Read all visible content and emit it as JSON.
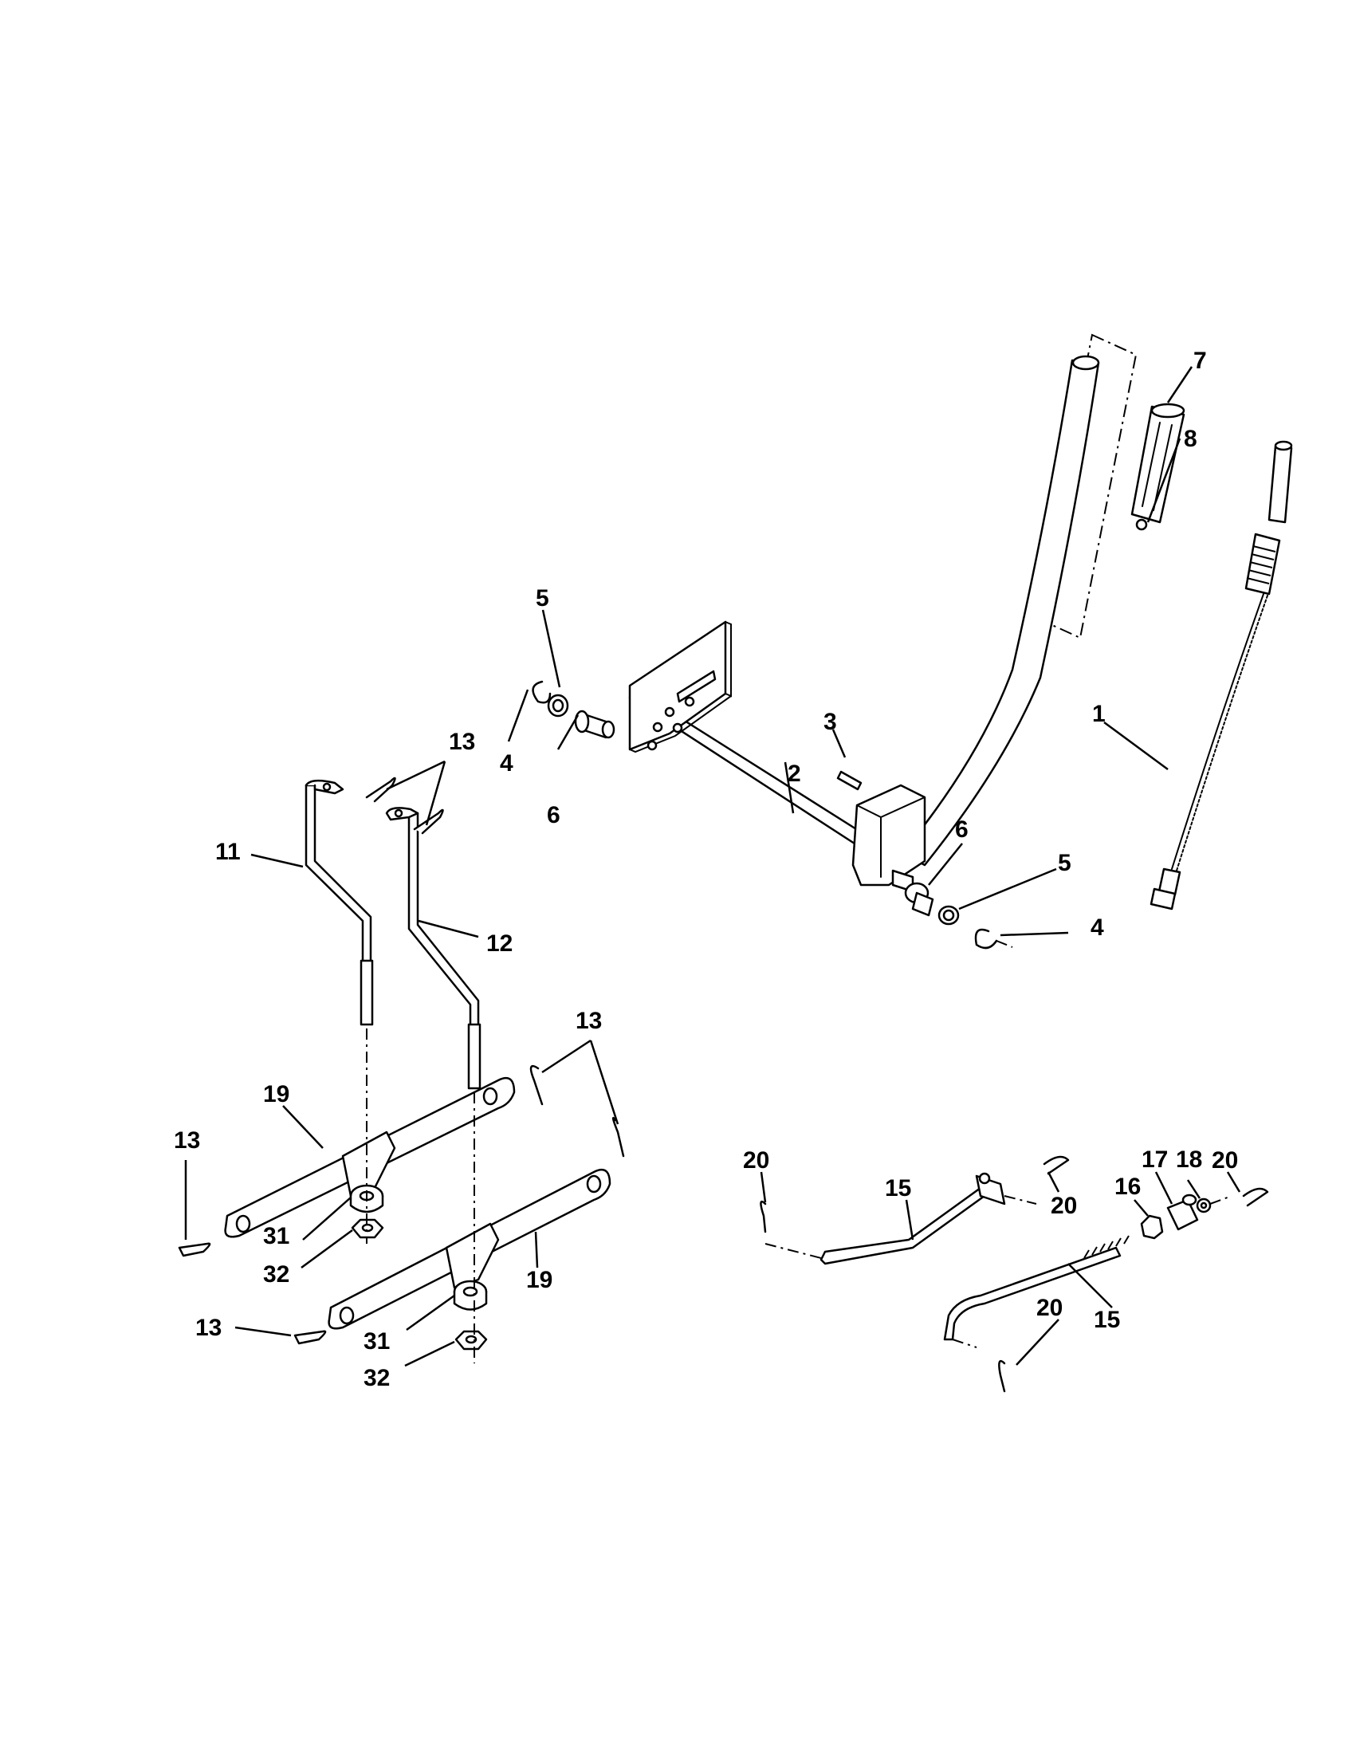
{
  "diagram": {
    "callouts": {
      "p1": "1",
      "p2": "2",
      "p3": "3",
      "p4a": "4",
      "p4b": "4",
      "p5a": "5",
      "p5b": "5",
      "p6a": "6",
      "p6b": "6",
      "p7": "7",
      "p8": "8",
      "p11": "11",
      "p12": "12",
      "p13a": "13",
      "p13b": "13",
      "p13c": "13",
      "p13d": "13",
      "p15a": "15",
      "p15b": "15",
      "p16": "16",
      "p17": "17",
      "p18": "18",
      "p19a": "19",
      "p19b": "19",
      "p20a": "20",
      "p20b": "20",
      "p20c": "20",
      "p20d": "20",
      "p31a": "31",
      "p31b": "31",
      "p32a": "32",
      "p32b": "32"
    }
  }
}
